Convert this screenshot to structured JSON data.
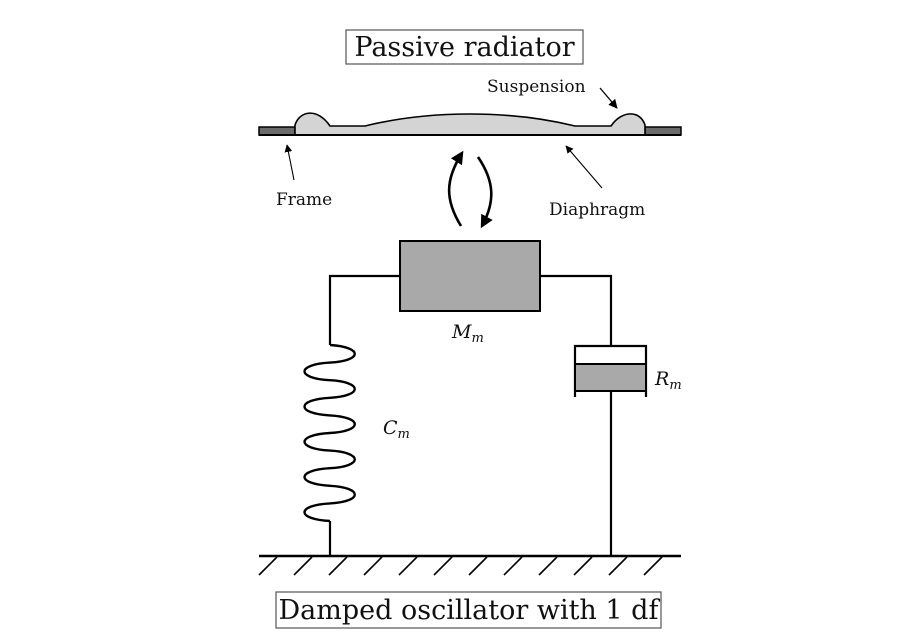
{
  "title": "Passive radiator",
  "caption": "Damped oscillator with 1 df",
  "radiator": {
    "labels": {
      "suspension": "Suspension",
      "frame": "Frame",
      "diaphragm": "Diaphragm"
    }
  },
  "oscillator": {
    "mass": {
      "symbol": "M",
      "subscript": "m"
    },
    "spring": {
      "symbol": "C",
      "subscript": "m"
    },
    "damper": {
      "symbol": "R",
      "subscript": "m"
    },
    "spring_turns": 5,
    "ground_hatch_count": 12
  },
  "colors": {
    "stroke": "#000000",
    "frame_fill": "#6b6b6b",
    "diaphragm_fill": "#d4d4d4",
    "mass_fill": "#a9a9a9",
    "damper_fill": "#a9a9a9",
    "box_border": "#555555"
  },
  "icons": {
    "motion": "curved-double-arrow-icon",
    "pointer": "arrow-icon"
  }
}
